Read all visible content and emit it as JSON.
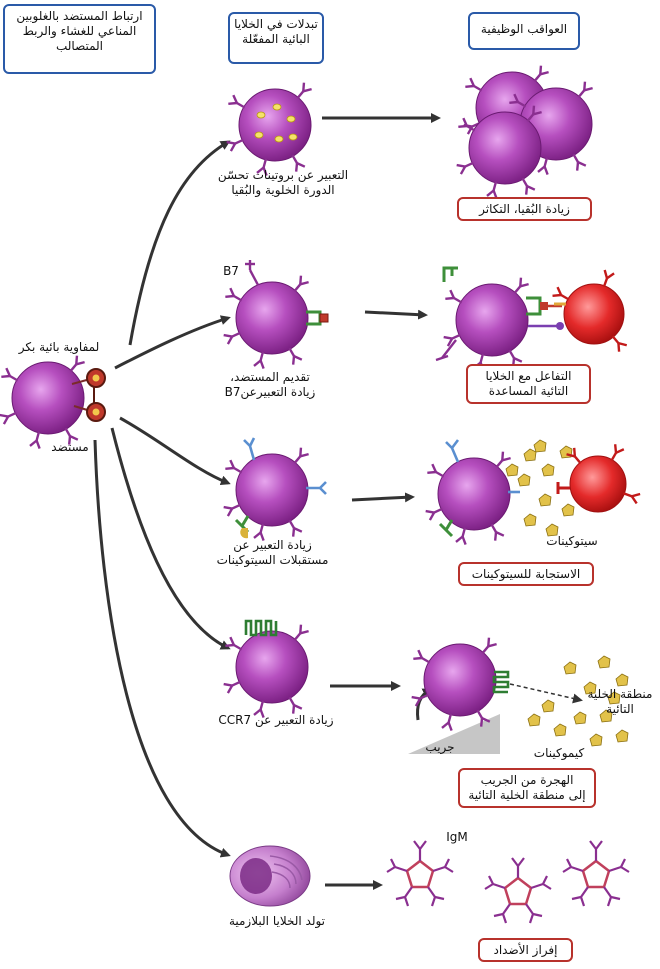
{
  "headers": {
    "activation": [
      "ارتباط المستضد بالغلوبين",
      "المناعي للغشاء والربط",
      "المتصالب"
    ],
    "changes": [
      "تبدلات في الخلايا",
      "البائية المفعّلة"
    ],
    "consequences": [
      "العواقب الوظيفية"
    ]
  },
  "naive_cell": {
    "label": "لمفاوية بائية بكر",
    "antigen_label": "مستضد"
  },
  "rows": [
    {
      "change": [
        "التعبير عن بروتينات تحسّن",
        "الدورة الخلوية والبُقيا"
      ],
      "outcome": [
        "زيادة البُقيا، التكاثر"
      ]
    },
    {
      "marker": "B7",
      "change": [
        "تقديم المستضد،",
        "زيادة التعبيرعنB7"
      ],
      "outcome": [
        "التفاعل مع الخلايا",
        "التائية المساعدة"
      ]
    },
    {
      "change": [
        "زيادة التعبير عن",
        "مستقبلات السيتوكينات"
      ],
      "extra_label": "سيتوكينات",
      "outcome": [
        "الاستجابة للسيتوكينات"
      ]
    },
    {
      "change": [
        "زيادة التعبير عن CCR7"
      ],
      "zone_label": [
        "منطقة الخلية",
        "التائية"
      ],
      "chemokine_label": "كيموكينات",
      "follicle_label": "جريب",
      "outcome": [
        "الهجرة من الجريب",
        "إلى منطقة الخلية التائية"
      ]
    },
    {
      "change": [
        "تولد الخلايا البلازمية"
      ],
      "igm_label": "IgM",
      "outcome": [
        "إفراز الأضداد"
      ]
    }
  ],
  "colors": {
    "b_cell": "#9b2f9c",
    "b_cell_light": "#d78be0",
    "receptor": "#8a2f90",
    "t_cell": "#e02020",
    "header_border": "#2a5aa8",
    "outcome_border": "#b8322c",
    "arrow": "#333333",
    "cytokine": "#d9b23a",
    "ccr7": "#2e7d32",
    "cytokine_receptor": "#5a8fd0"
  }
}
